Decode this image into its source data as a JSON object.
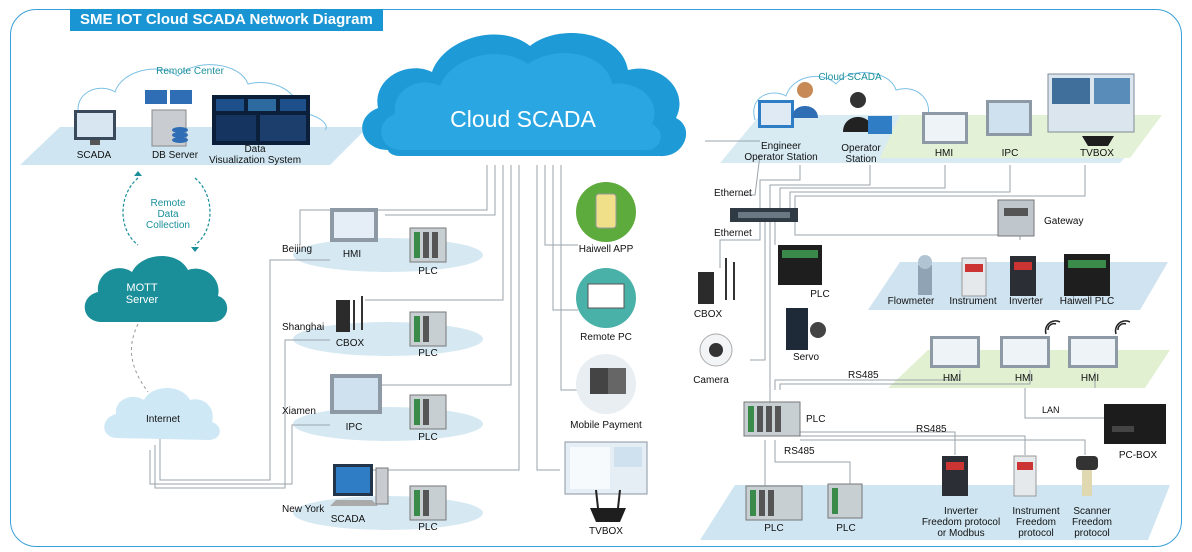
{
  "title": "SME IOT Cloud SCADA Network Diagram",
  "cloud": "Cloud SCADA",
  "remote_center": {
    "heading": "Remote Center",
    "scada": "SCADA",
    "db_server": "DB Server",
    "dvs": "Data\nVisualization System"
  },
  "remote_data_collection": "Remote\nData\nCollection",
  "mqtt_server": "MOTT\nServer",
  "internet": "Internet",
  "sites": {
    "beijing": "Beijing",
    "shanghai": "Shanghai",
    "xiamen": "Xiamen",
    "new_york": "New York",
    "hmi": "HMI",
    "cbox": "CBOX",
    "ipc": "IPC",
    "scada": "SCADA",
    "plc": "PLC"
  },
  "services": {
    "haiwell_app": "Haiwell APP",
    "remote_pc": "Remote PC",
    "mobile_payment": "Mobile Payment",
    "tvbox": "TVBOX"
  },
  "right_top": {
    "cloud_scada": "Cloud SCADA",
    "engineer": "Engineer\nOperator Station",
    "operator": "Operator\nStation",
    "hmi": "HMI",
    "ipc": "IPC",
    "tvbox": "TVBOX"
  },
  "network": {
    "ethernet1": "Ethernet",
    "ethernet2": "Ethernet",
    "gateway": "Gateway",
    "cbox": "CBOX",
    "plc": "PLC",
    "servo": "Servo",
    "camera": "Camera",
    "rs485_a": "RS485",
    "rs485_b": "RS485",
    "rs485_c": "RS485",
    "lan": "LAN",
    "pcbox": "PC-BOX",
    "plc_main": "PLC"
  },
  "field": {
    "flowmeter": "Flowmeter",
    "instrument": "Instrument",
    "inverter": "Inverter",
    "haiwell_plc": "Haiwell PLC"
  },
  "hmi_row": {
    "hmi1": "HMI",
    "hmi2": "HMI",
    "hmi3": "HMI"
  },
  "bottom": {
    "plc1": "PLC",
    "plc2": "PLC",
    "inverter": "Inverter\nFreedom protocol\nor Modbus",
    "instrument": "Instrument\nFreedom\nprotocol",
    "scanner": "Scanner\nFreedom\nprotocol"
  },
  "colors": {
    "frame": "#3aa0d8",
    "title_bg": "#1a95d4",
    "cloud": "#1e9bd7",
    "teal": "#1a8f9a",
    "platform_blue": "#cfe6f2",
    "platform_green": "#e1f0d0"
  }
}
